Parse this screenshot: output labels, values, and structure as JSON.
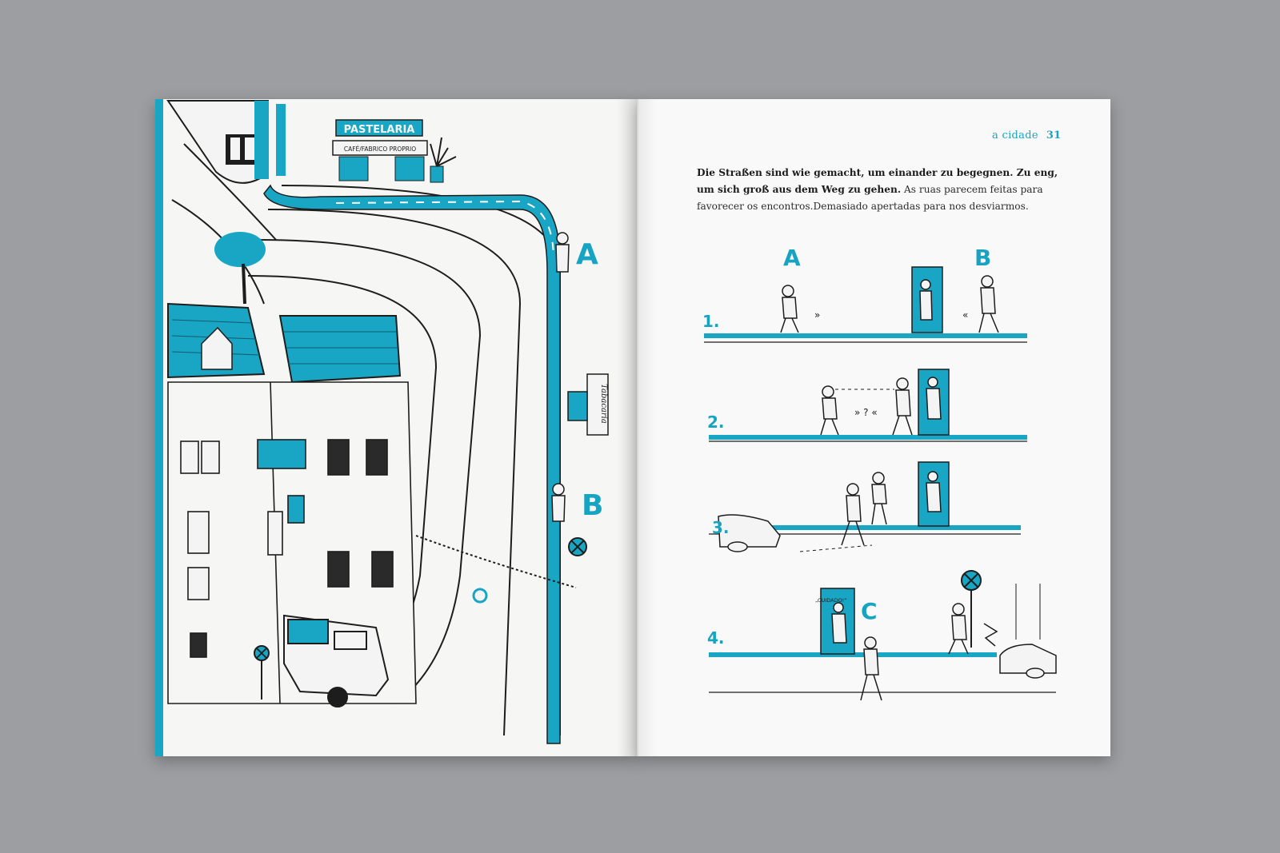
{
  "header": {
    "section": "a cidade",
    "page_number": "31"
  },
  "text": {
    "german": "Die Straßen sind wie gemacht, um einander zu begegnen. Zu eng, um sich groß aus dem Weg zu gehen.",
    "portuguese": "As ruas parecem feitas para favorecer os encontros.Demasiado apertadas para nos desviarmos."
  },
  "illustration_left": {
    "label_a": "A",
    "label_b": "B",
    "shop_sign": "PASTELARIA",
    "shop_subsign": "CAFÉ/FABRICO PROPRIO",
    "vertical_sign": "Tabacaria"
  },
  "diagram": {
    "label_a": "A",
    "label_b": "B",
    "label_c": "C",
    "steps": [
      "1.",
      "2.",
      "3.",
      "4."
    ],
    "speech": "„CUIDADO!“"
  },
  "colors": {
    "accent": "#17a4c2",
    "ink": "#1c1c1c",
    "paper": "#f7f8f8",
    "background": "#9c9ea1"
  }
}
